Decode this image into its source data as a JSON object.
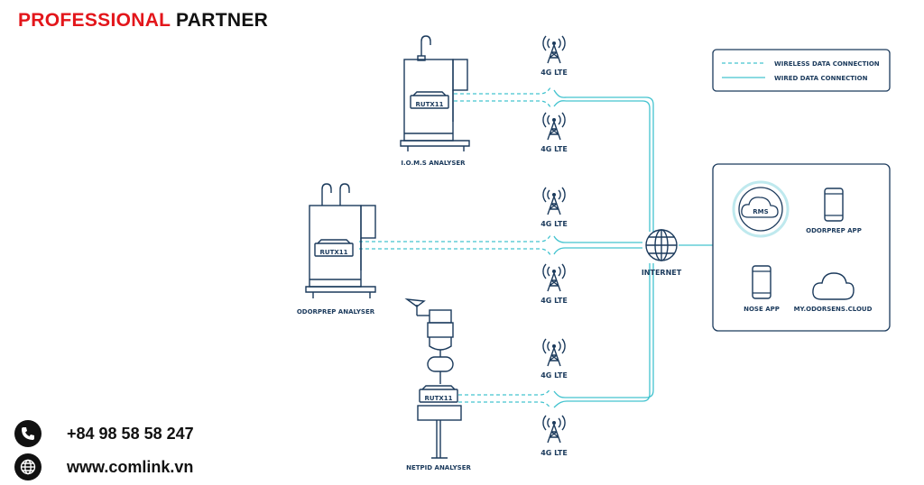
{
  "brand": {
    "highlight": "PROFESSIONAL",
    "rest": "PARTNER"
  },
  "legend": {
    "wireless": "WIRELESS DATA CONNECTION",
    "wired": "WIRED DATA CONNECTION"
  },
  "devices": {
    "ioms": {
      "label": "I.O.M.S ANALYSER",
      "router": "RUTX11"
    },
    "odorprep": {
      "label": "ODORPREP ANALYSER",
      "router": "RUTX11"
    },
    "netpid": {
      "label": "NETPID ANALYSER",
      "router": "RUTX11"
    }
  },
  "tower_label": "4G LTE",
  "internet_label": "INTERNET",
  "cloud_panel": {
    "rms": "RMS",
    "odorprep_app": "ODORPREP APP",
    "nose_app": "NOSE APP",
    "cloud": "MY.ODORSENS.CLOUD"
  },
  "contact": {
    "phone": "+84 98 58 58 247",
    "website": "www.comlink.vn"
  },
  "colors": {
    "navy": "#1b3a5c",
    "teal": "#43c3cf",
    "brand_red": "#e3161b"
  }
}
